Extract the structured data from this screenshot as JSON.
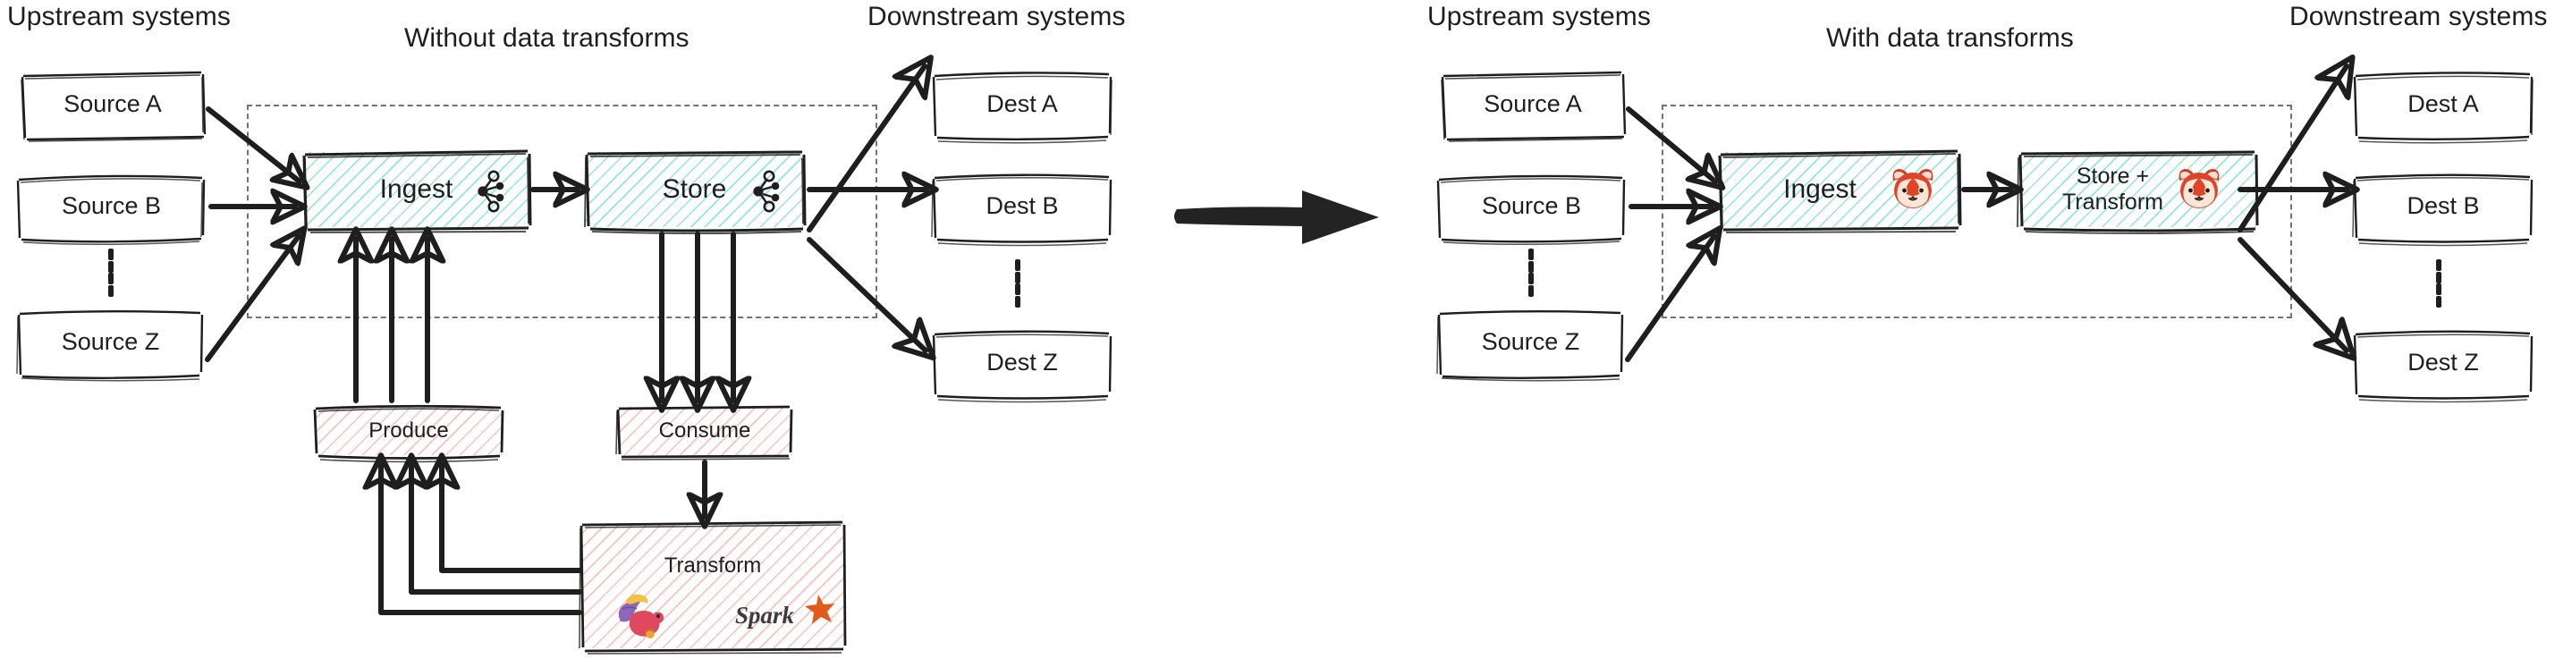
{
  "diagram": {
    "panels": [
      {
        "id": "left",
        "title": "Without data transforms",
        "upstream_heading": "Upstream systems",
        "downstream_heading": "Downstream systems",
        "sources": [
          "Source A",
          "Source B",
          "Source Z"
        ],
        "destinations": [
          "Dest A",
          "Dest B",
          "Dest Z"
        ],
        "pipeline": [
          {
            "label": "Ingest",
            "icon": "kafka-icon",
            "fill": "green"
          },
          {
            "label": "Store",
            "icon": "kafka-icon",
            "fill": "green"
          }
        ],
        "external": [
          {
            "label": "Produce",
            "icon": "none",
            "fill": "pink"
          },
          {
            "label": "Consume",
            "icon": "none",
            "fill": "pink"
          },
          {
            "label": "Transform",
            "icons": [
              "flink-icon",
              "spark-icon"
            ],
            "fill": "pink"
          }
        ]
      },
      {
        "id": "right",
        "title": "With data transforms",
        "upstream_heading": "Upstream systems",
        "downstream_heading": "Downstream systems",
        "sources": [
          "Source A",
          "Source B",
          "Source Z"
        ],
        "destinations": [
          "Dest A",
          "Dest B",
          "Dest Z"
        ],
        "pipeline": [
          {
            "label": "Ingest",
            "icon": "redpanda-icon",
            "fill": "green"
          },
          {
            "label": "Store +\nTransform",
            "icon": "redpanda-icon",
            "fill": "green"
          }
        ],
        "external": []
      }
    ],
    "transition_arrow": "big-right-arrow",
    "colors": {
      "stroke": "#1e1e1e",
      "hatch_green": "#40d4ae",
      "hatch_pink": "#f0786e",
      "dashed_frame": "#68748f",
      "spark_orange": "#e25a1c",
      "redpanda_red": "#e03a2f",
      "background": "#ffffff"
    }
  }
}
